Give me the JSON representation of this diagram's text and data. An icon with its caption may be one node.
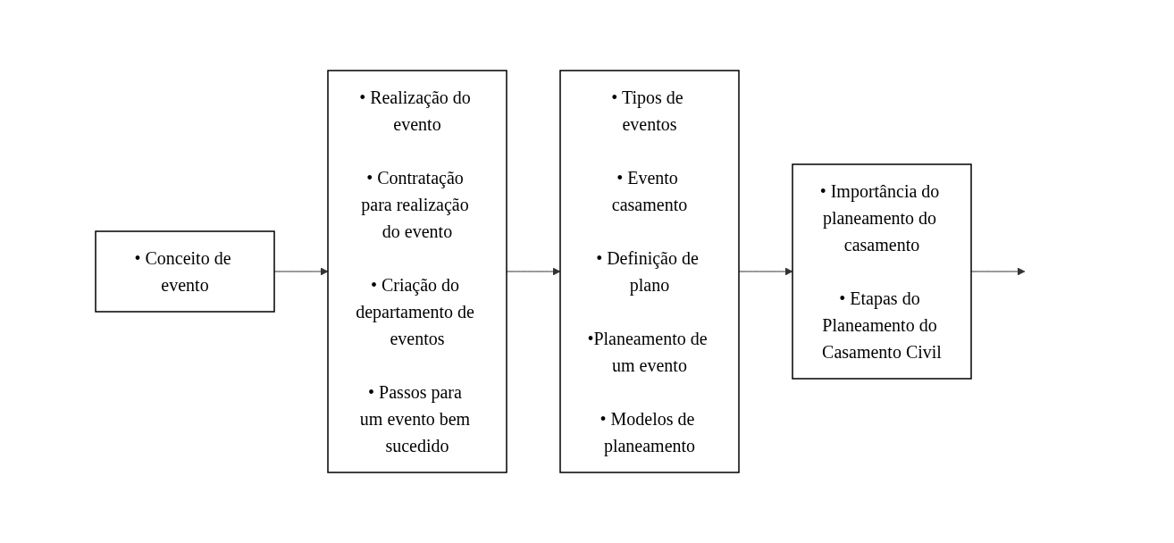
{
  "diagram": {
    "nodes": [
      {
        "text": [
          "• Conceito de evento"
        ]
      },
      {
        "text": [
          "• Realização do evento",
          "• Contratação para realização do evento",
          "• Criação do departamento de eventos",
          "• Passos para um evento bem sucedido"
        ]
      },
      {
        "text": [
          "• Tipos de eventos",
          "• Evento casamento",
          "• Definição de plano",
          "•Planeamento de um evento",
          "• Modelos de planeamento"
        ]
      },
      {
        "text": [
          "• Importância do planeamento do casamento",
          "• Etapas do Planeamento do Casamento Civil"
        ]
      }
    ],
    "edges": [
      {
        "from": 0,
        "to": 1,
        "arrow": "to"
      },
      {
        "from": 1,
        "to": 2,
        "arrow": "to"
      },
      {
        "from": 2,
        "to": 3,
        "arrow": "to"
      },
      {
        "from": 3,
        "to": null,
        "arrow": "to"
      }
    ]
  }
}
